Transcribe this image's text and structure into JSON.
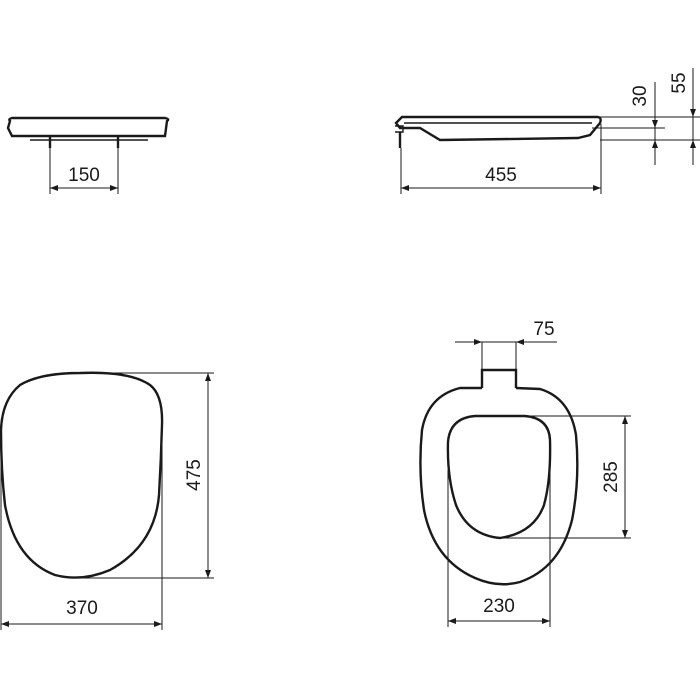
{
  "dimensions": {
    "hinge_spacing": "150",
    "seat_depth_side": "455",
    "seat_height_closed": "30",
    "seat_height_total": "55",
    "hinge_width": "75",
    "lid_length": "475",
    "lid_width": "370",
    "inner_opening_length": "285",
    "inner_opening_width": "230"
  },
  "colors": {
    "ink": "#1a1a1a",
    "background": "#ffffff"
  }
}
